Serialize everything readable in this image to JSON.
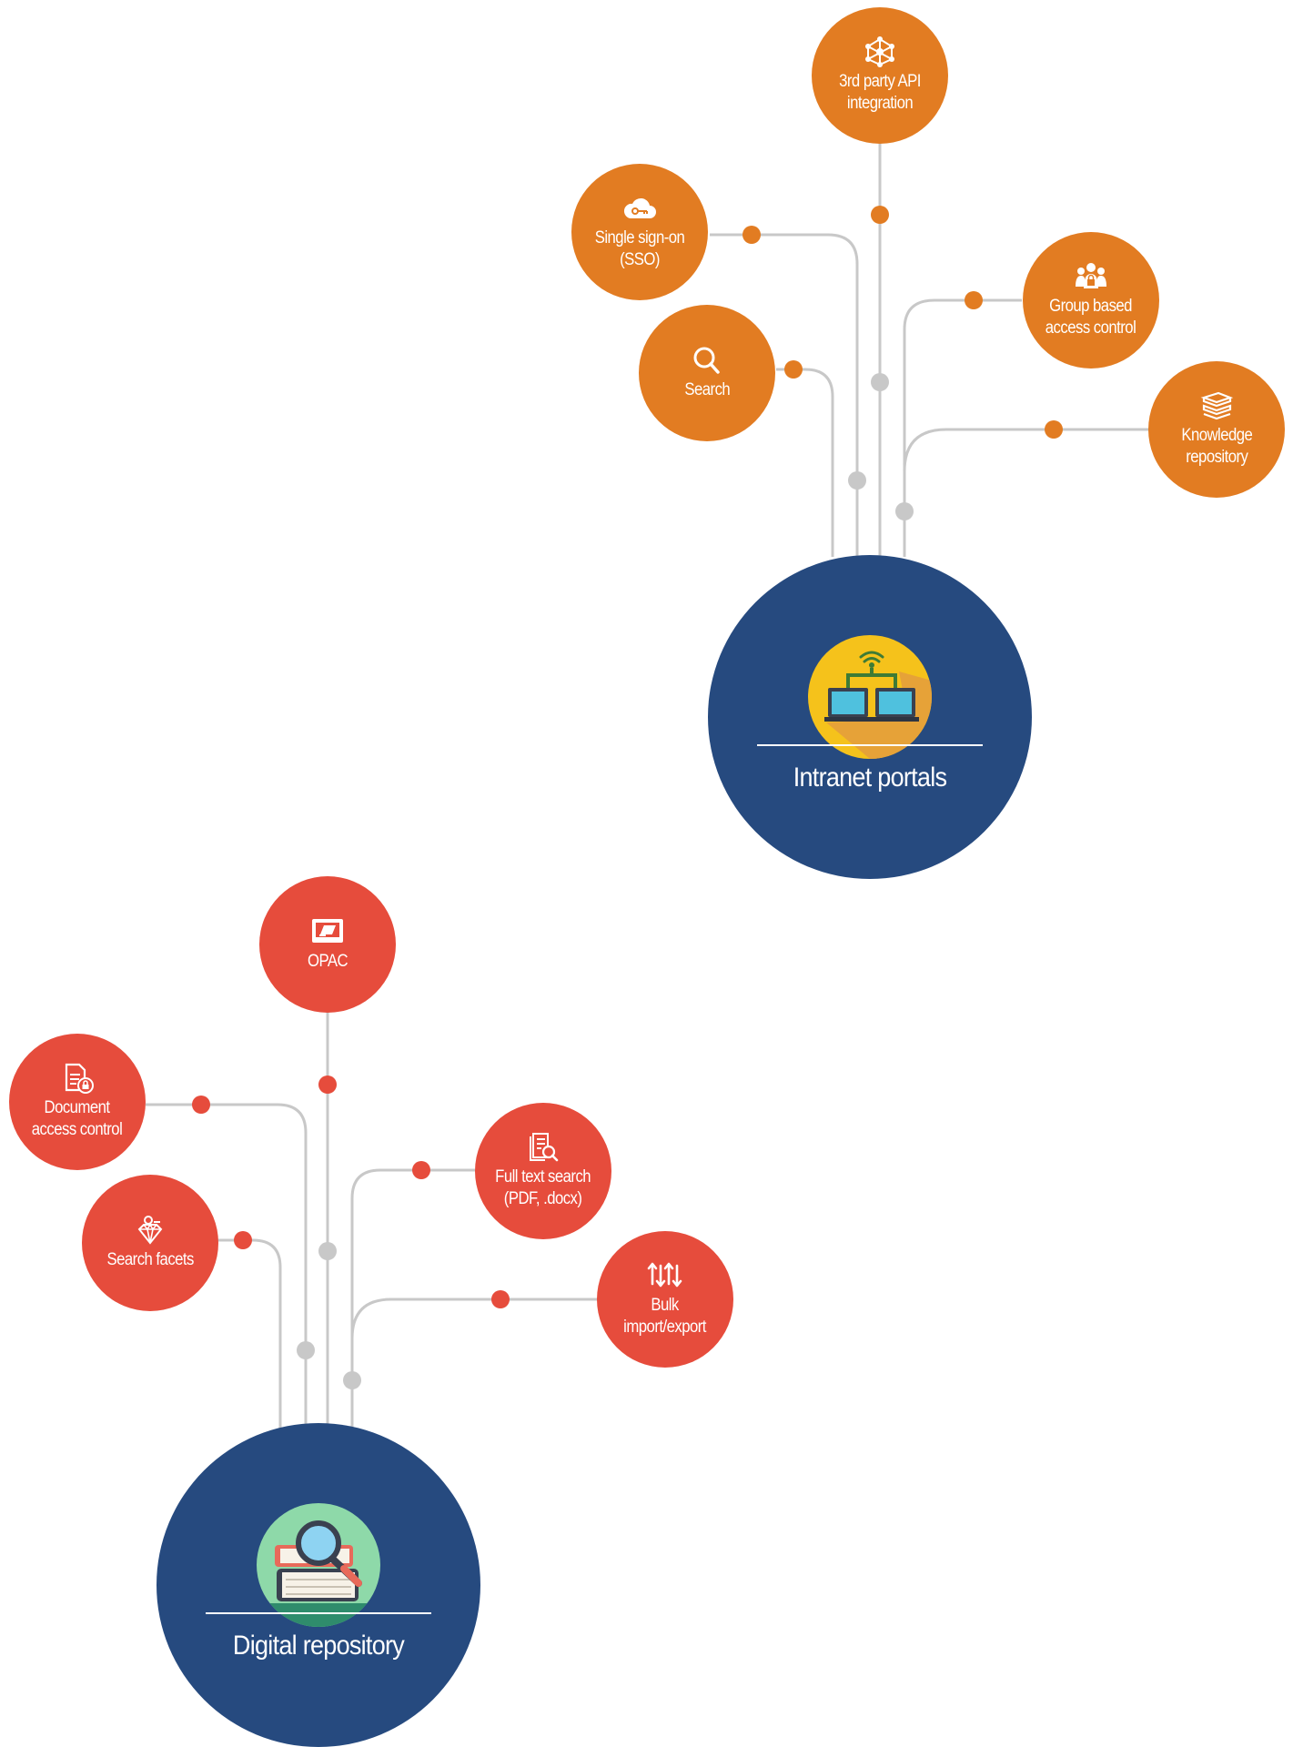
{
  "colors": {
    "hub": "#264A7F",
    "intranet_accent": "#E27C22",
    "repository_accent": "#E64C3C",
    "connector": "#C8C8C8"
  },
  "intranet": {
    "title": "Intranet portals",
    "nodes": [
      {
        "label": "3rd party API\nintegration",
        "icon": "network-icon"
      },
      {
        "label": "Single sign-on\n(SSO)",
        "icon": "cloud-key-icon"
      },
      {
        "label": "Group based\naccess control",
        "icon": "group-lock-icon"
      },
      {
        "label": "Search",
        "icon": "search-icon"
      },
      {
        "label": "Knowledge\nrepository",
        "icon": "books-icon"
      }
    ]
  },
  "repository": {
    "title": "Digital repository",
    "nodes": [
      {
        "label": "OPAC",
        "icon": "catalog-terminal-icon"
      },
      {
        "label": "Document\naccess control",
        "icon": "document-lock-icon"
      },
      {
        "label": "Full text search\n(PDF, .docx)",
        "icon": "document-search-icon"
      },
      {
        "label": "Search facets",
        "icon": "gem-user-icon"
      },
      {
        "label": "Bulk\nimport/export",
        "icon": "import-export-arrows-icon"
      }
    ]
  }
}
